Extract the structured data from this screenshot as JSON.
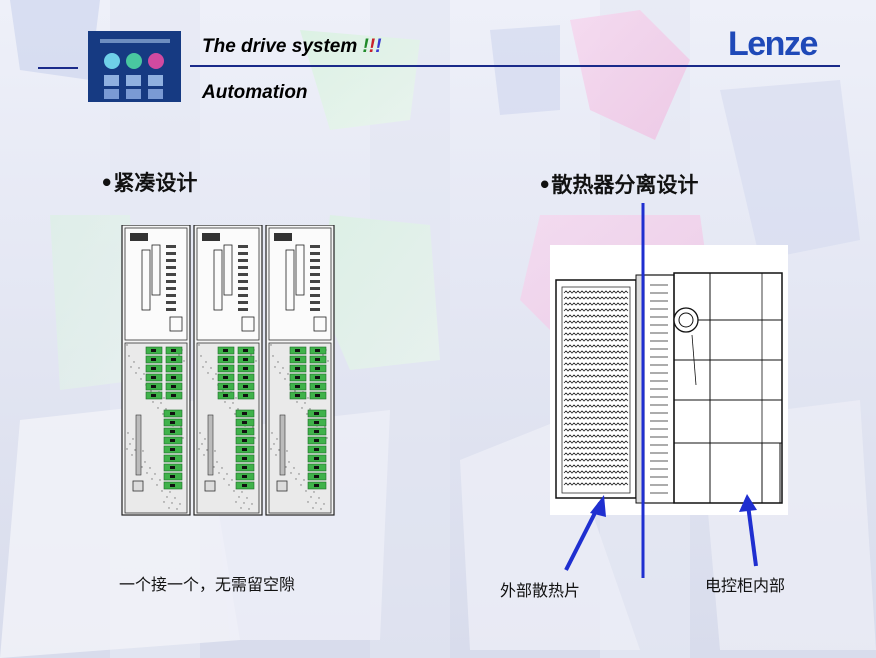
{
  "header": {
    "title_main": "The drive system ",
    "title_excl": [
      "!",
      "!",
      "!"
    ],
    "subtitle": "Automation",
    "logo_text": "Lenze",
    "accent_color": "#1a2a8a",
    "logo_color": "#1f49b8"
  },
  "left_panel": {
    "heading": "•紧凑设计",
    "caption": "一个接一个，无需留空隙",
    "unit_count": 3
  },
  "right_panel": {
    "heading": "•散热器分离设计",
    "label_heatsink": "外部散热片",
    "label_cabinet": "电控柜内部",
    "marker_color": "#1f2fd0"
  }
}
